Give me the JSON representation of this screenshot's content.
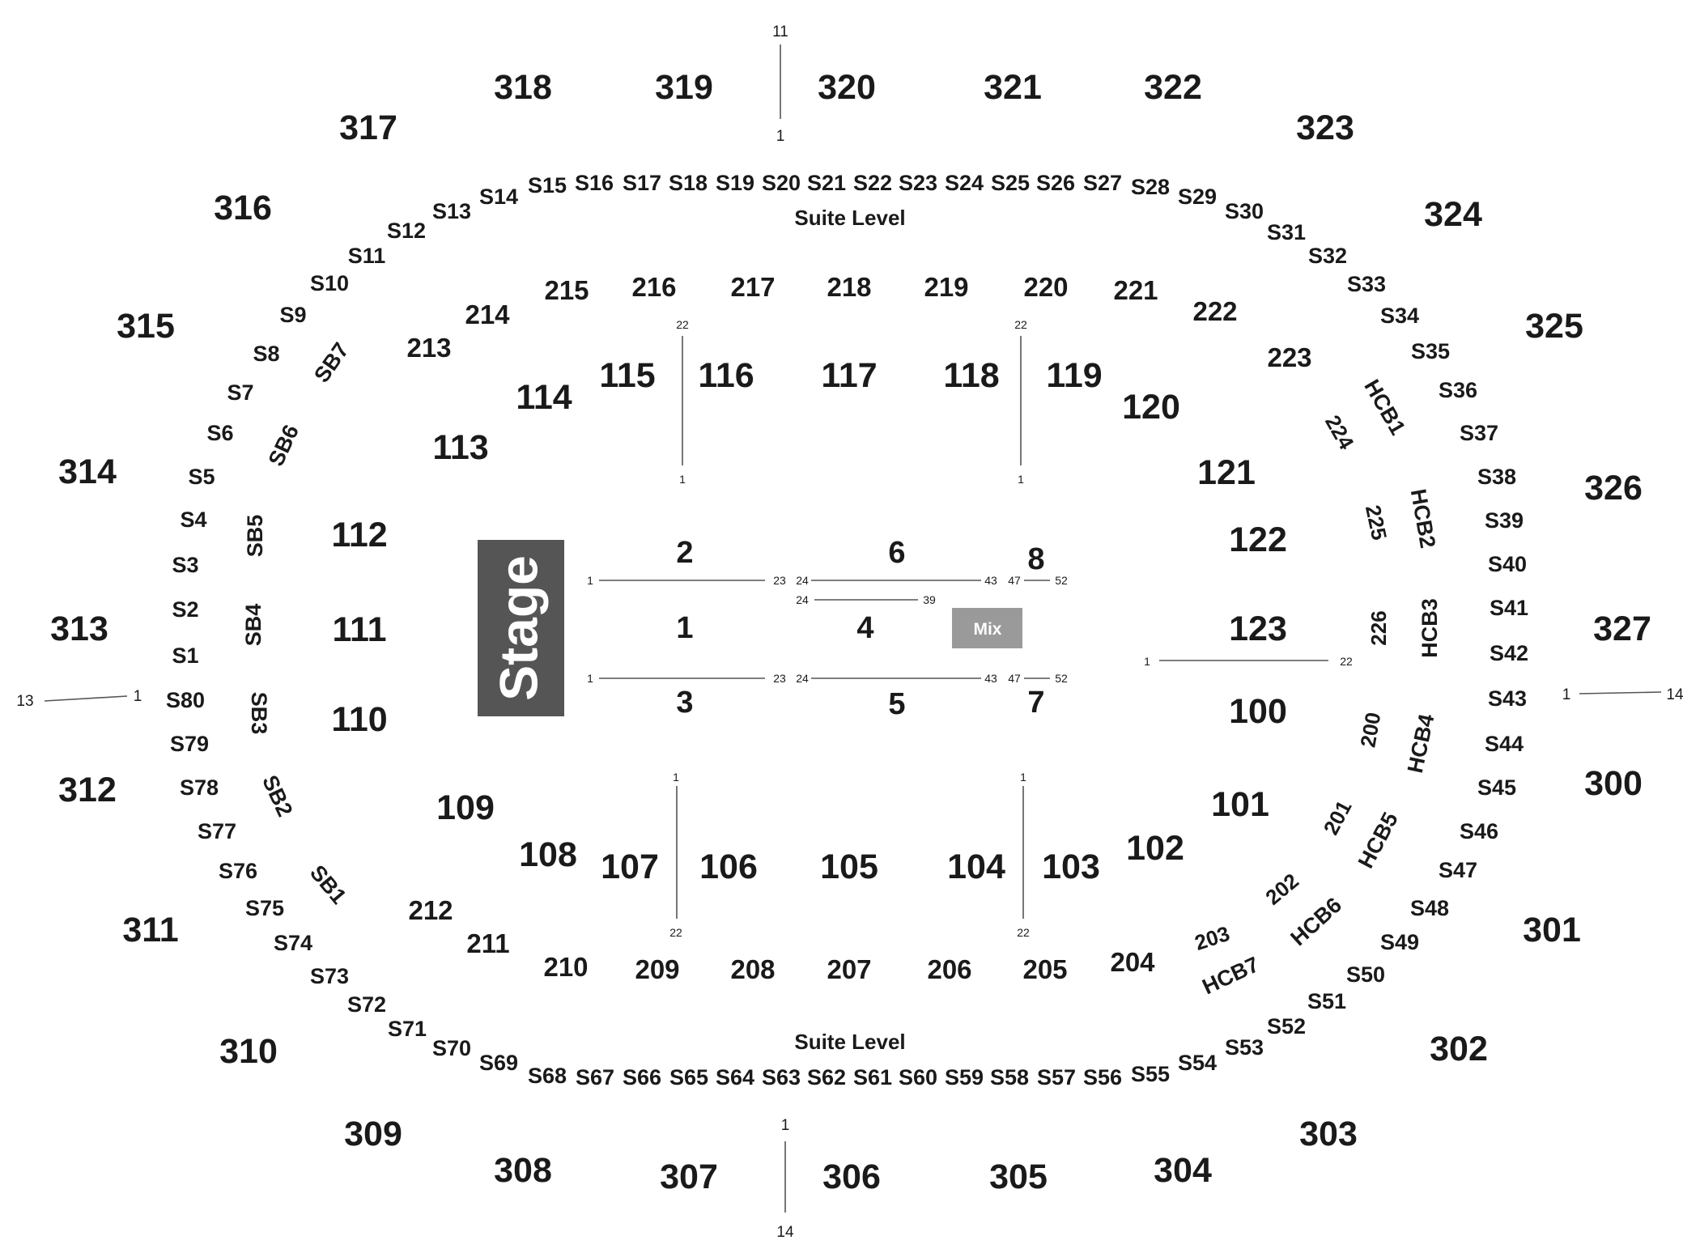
{
  "stage_label": "Stage",
  "mix_label": "Mix",
  "suite_level_label": "Suite Level",
  "colors": {
    "stage": "#555555",
    "mix": "#9a9a9a",
    "text": "#1a1a1a",
    "background": "#ffffff"
  },
  "sections_300": [
    "318",
    "319",
    "320",
    "321",
    "322",
    "317",
    "323",
    "316",
    "324",
    "315",
    "325",
    "314",
    "326",
    "313",
    "327",
    "312",
    "300",
    "311",
    "301",
    "310",
    "302",
    "309",
    "303",
    "308",
    "304",
    "307",
    "306",
    "305"
  ],
  "suites": [
    "S15",
    "S16",
    "S17",
    "S18",
    "S19",
    "S20",
    "S21",
    "S22",
    "S23",
    "S24",
    "S25",
    "S26",
    "S27",
    "S14",
    "S13",
    "S12",
    "S11",
    "S10",
    "S9",
    "S8",
    "S7",
    "S6",
    "S5",
    "S4",
    "S3",
    "S2",
    "S1",
    "S80",
    "S79",
    "S78",
    "S77",
    "S76",
    "S75",
    "S74",
    "S73",
    "S72",
    "S71",
    "S70",
    "S69",
    "S68",
    "S67",
    "S66",
    "S65",
    "S64",
    "S63",
    "S62",
    "S61",
    "S60",
    "S59",
    "S58",
    "S57",
    "S56",
    "S55",
    "S54",
    "S53",
    "S52",
    "S51",
    "S50",
    "S49",
    "S48",
    "S47",
    "S46",
    "S45",
    "S44",
    "S43",
    "S42",
    "S41",
    "S40",
    "S39",
    "S38",
    "S37",
    "S36",
    "S35",
    "S34",
    "S33",
    "S32",
    "S31",
    "S30",
    "S29",
    "S28"
  ],
  "suite_boxes": [
    "SB7",
    "SB6",
    "SB5",
    "SB4",
    "SB3",
    "SB2",
    "SB1"
  ],
  "hc_boxes": [
    "HCB1",
    "HCB2",
    "HCB3",
    "HCB4",
    "HCB5",
    "HCB6",
    "HCB7"
  ],
  "sections_200": [
    "215",
    "216",
    "217",
    "218",
    "219",
    "220",
    "221",
    "222",
    "223",
    "214",
    "213",
    "224",
    "225",
    "226",
    "200",
    "201",
    "202",
    "203",
    "204",
    "205",
    "206",
    "207",
    "208",
    "209",
    "210",
    "211",
    "212"
  ],
  "sections_100": [
    "115",
    "116",
    "117",
    "118",
    "119",
    "120",
    "114",
    "113",
    "121",
    "112",
    "122",
    "111",
    "123",
    "110",
    "100",
    "109",
    "101",
    "108",
    "107",
    "106",
    "105",
    "104",
    "103",
    "102"
  ],
  "floor_sections": [
    "2",
    "6",
    "8",
    "1",
    "4",
    "3",
    "5",
    "7"
  ],
  "row_numbers": [
    "11",
    "1",
    "22",
    "1",
    "22",
    "1",
    "1",
    "23",
    "24",
    "43",
    "47",
    "52",
    "24",
    "39",
    "1",
    "23",
    "24",
    "43",
    "47",
    "52",
    "1",
    "22",
    "1",
    "1",
    "22",
    "22",
    "13",
    "1",
    "1",
    "14",
    "1",
    "14"
  ]
}
